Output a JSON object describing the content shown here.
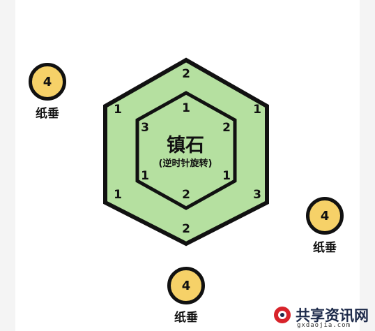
{
  "stone": {
    "title": "镇石",
    "subtitle": "(逆时针旋转)",
    "outer_ring": [
      "2",
      "1",
      "3",
      "2",
      "1",
      "1"
    ],
    "inner_ring": [
      "1",
      "2",
      "1",
      "2",
      "1",
      "3"
    ]
  },
  "tokens": [
    {
      "value": "4",
      "label": "纸垂"
    },
    {
      "value": "4",
      "label": "纸垂"
    },
    {
      "value": "4",
      "label": "纸垂"
    }
  ],
  "colors": {
    "hex_fill": "#b5e0a0",
    "token_fill": "#f6d168",
    "outline": "#111111"
  },
  "watermark": {
    "text": "共享资讯网",
    "sub": "gxdaojia.com"
  }
}
